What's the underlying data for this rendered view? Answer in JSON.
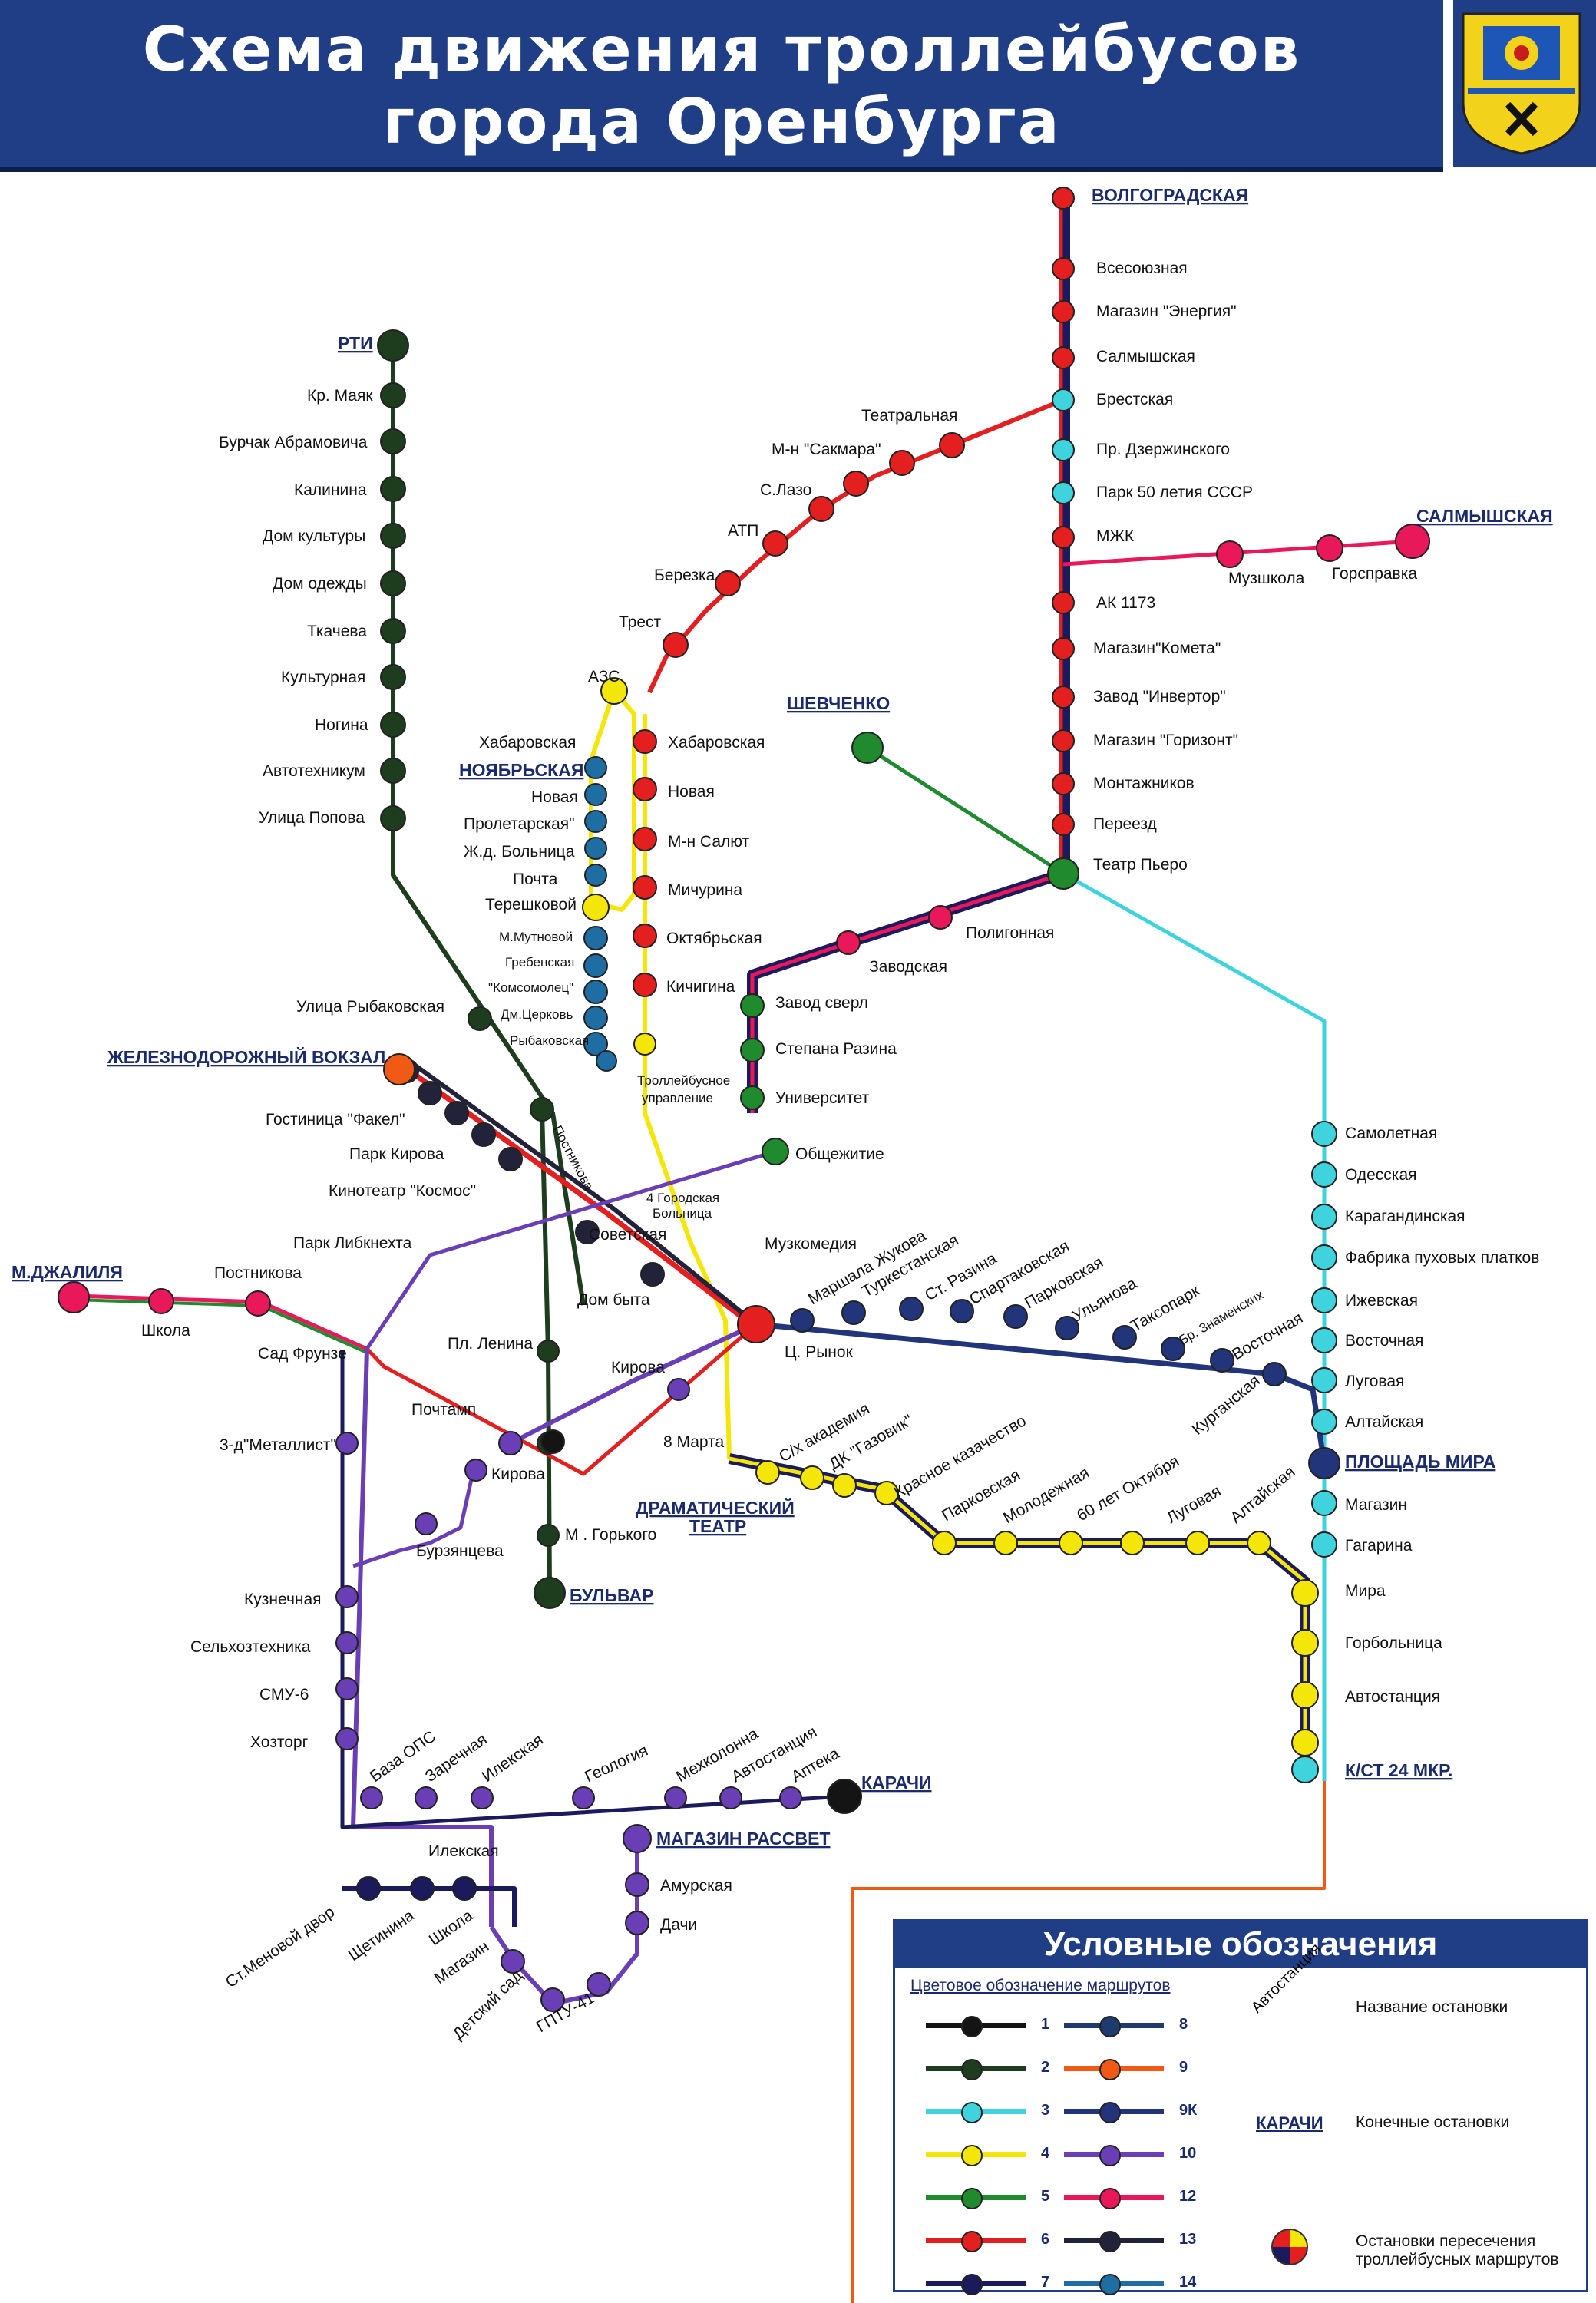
{
  "header": {
    "title_line1": "Схема движения троллейбусов",
    "title_line2": "города Оренбурга"
  },
  "colors": {
    "header_bg": "#1f3e86",
    "route_1": "#141414",
    "route_2": "#1e3d1e",
    "route_3": "#3ed3dd",
    "route_4": "#f5e60a",
    "route_5": "#1f8a2e",
    "route_6": "#e41f1f",
    "route_7": "#1a1a5c",
    "route_8": "#1f3a6e",
    "route_9": "#f05a14",
    "route_9k": "#23357a",
    "route_10": "#6a3fb6",
    "route_12": "#e8185a",
    "route_13": "#22223a",
    "route_14": "#1e6ea3"
  },
  "terminals": {
    "rti": "РТИ",
    "volgogradskaya": "ВОЛГОГРАДСКАЯ",
    "salmyshskaya": "САЛМЫШСКАЯ",
    "shevchenko": "ШЕВЧЕНКО",
    "noyabrskaya": "НОЯБРЬСКАЯ",
    "vokzal": "ЖЕЛЕЗНОДОРОЖНЫЙ ВОКЗАЛ",
    "dzhalilya": "М.ДЖАЛИЛЯ",
    "bulvar": "БУЛЬВАР",
    "dramteatr1": "ДРАМАТИЧЕСКИЙ",
    "dramteatr2": "ТЕАТР",
    "ploshchad_mira": "ПЛОЩАДЬ МИРА",
    "kst24": "К/СТ 24 МКР.",
    "karachi": "КАРАЧИ",
    "rassvet": "МАГАЗИН РАССВЕТ"
  },
  "stops": {
    "kr_mayak": "Кр. Маяк",
    "burchak": "Бурчак Абрамовича",
    "kalinina": "Калинина",
    "dom_kultury": "Дом культуры",
    "dom_odezhdy": "Дом одежды",
    "tkacheva": "Ткачева",
    "kulturnaya": "Культурная",
    "nogina": "Ногина",
    "avtotekhnikum": "Автотехникум",
    "ulitsa_popova": "Улица Попова",
    "ulitsa_rybakovskaya": "Улица Рыбаковская",
    "vsesoyuznaya": "Всесоюзная",
    "magazin_energiya": "Магазин \"Энергия\"",
    "salmyshskaya_v": "Салмышская",
    "brestskaya": "Брестская",
    "pr_dzerzhinskogo": "Пр. Дзержинского",
    "park_50": "Парк 50 летия СССР",
    "mzhk": "МЖК",
    "ak1173": "АК 1173",
    "magazin_kometa": "Магазин\"Комета\"",
    "zavod_invertor": "Завод \"Инвертор\"",
    "magazin_gorizont": "Магазин \"Горизонт\"",
    "montazhnikov": "Монтажников",
    "pereezd": "Переезд",
    "teatr_piero": "Театр Пьеро",
    "muzshkola": "Музшкола",
    "gorspravka": "Горсправка",
    "teatralnaya": "Театральная",
    "m_n_sakmara": "М-н \"Сакмара\"",
    "s_lazo": "С.Лазо",
    "atp": "АТП",
    "berezka": "Березка",
    "trest": "Трест",
    "azs": "АЗС",
    "khabarovskaya_l": "Хабаровская",
    "khabarovskaya_r": "Хабаровская",
    "novaya_l": "Новая",
    "novaya_r": "Новая",
    "proletarskaya": "Пролетарская\"",
    "zhd_bolnitsa": "Ж.д. Больница",
    "pochta": "Почта",
    "tereshkovoy": "Терешковой",
    "m_n_salyut": "М-н Салют",
    "michurina": "Мичурина",
    "oktyabrskaya": "Октябрьская",
    "kichigina": "Кичигина",
    "m_mutnovoy": "М.Мутновой",
    "grebenskaya": "Гребенская",
    "komsomolets": "\"Комсомолец\"",
    "dm_tserkov": "Дм.Церковь",
    "rybakovskaya": "Рыбаковская",
    "trolleybus_upr1": "Троллейбусное",
    "trolleybus_upr2": "управление",
    "poligonnaya": "Полигонная",
    "zavodskaya": "Заводская",
    "zavod_sverl": "Завод сверл",
    "stepana_razina": "Степана Разина",
    "universitet": "Университет",
    "obshchezhitie": "Общежитие",
    "gostinitsa_fakel": "Гостиница \"Факел\"",
    "park_kirova": "Парк Кирова",
    "kinoteatr_kosmos": "Кинотеатр \"Космос\"",
    "postnikova_diag": "Постникова",
    "gor_bolnitsa1": "4 Городская",
    "gor_bolnitsa2": "Больница",
    "park_libknekhta": "Парк Либкнехта",
    "sovetskaya": "Советская",
    "muzkomediya": "Музкомедия",
    "dom_byta": "Дом быта",
    "postnikova": "Постникова",
    "shkola_w": "Школа",
    "sad_frunze": "Сад Фрунзе",
    "pl_lenina": "Пл. Ленина",
    "ts_rynok": "Ц. Рынок",
    "kirova_c": "Кирова",
    "pochtamp": "Почтамп",
    "metallist": "3-д\"Металлист\"",
    "kirova_s": "Кирова",
    "march8": "8 Марта",
    "burzyantseva": "Бурзянцева",
    "m_gorkogo": "М . Горького",
    "marshala_zhukova": "Маршала Жукова",
    "turkestanskaya": "Туркестанская",
    "st_razina": "Ст. Разина",
    "spartakovskaya": "Спартаковская",
    "parkovskaya_e": "Парковская",
    "ulyanova": "Ульянова",
    "taksopark": "Таксопарк",
    "br_znamenskikh": "Бр. Знаменских",
    "vostochnaya_e": "Восточная",
    "kurganskaya": "Курганская",
    "sh_akademiya": "С/х академия",
    "dk_gazovik": "ДК \"Газовик\"",
    "krasnoe_kazachestvo": "Красное казачество",
    "parkovskaya_s": "Парковская",
    "molodezhnaya": "Молодежная",
    "60_let_oktyabrya": "60 лет Октября",
    "lugovaya_s": "Луговая",
    "altayskaya_s": "Алтайская",
    "samoletnaya": "Самолетная",
    "odesskaya": "Одесская",
    "karagandinskaya": "Карагандинская",
    "fabrika": "Фабрика пуховых платков",
    "izhevskaya": "Ижевская",
    "vostochnaya": "Восточная",
    "lugovaya": "Луговая",
    "altayskaya": "Алтайская",
    "magazin": "Магазин",
    "gagarina": "Гагарина",
    "mira": "Мира",
    "gorbolnitsa": "Горбольница",
    "avtostantsiya_e": "Автостанция",
    "kuznechnaya": "Кузнечная",
    "selkhoztekhnika": "Сельхозтехника",
    "smu6": "СМУ-6",
    "khoztorg": "Хозторг",
    "baza_ops": "База ОПС",
    "zarechnaya": "Заречная",
    "ilekskaya_d": "Илекская",
    "geologiya": "Геология",
    "mekhkolonna": "Мехколонна",
    "avtostantsiya_s": "Автостанция",
    "apteka": "Аптека",
    "ilekskaya": "Илекская",
    "amurskaya": "Амурская",
    "dachi": "Дачи",
    "st_menovoy_dvor": "Ст.Меновой двор",
    "shchetinina": "Щетинина",
    "shkola_s": "Школа",
    "magazin_s": "Магазин",
    "detskiy_sad": "Детский сад",
    "ggtu41": "ГПТУ-41"
  },
  "legend": {
    "title": "Условные обозначения",
    "subtitle": "Цветовое обозначение  маршрутов",
    "routes_left": [
      "1",
      "2",
      "3",
      "4",
      "5",
      "6",
      "7"
    ],
    "routes_right": [
      "8",
      "9",
      "9К",
      "10",
      "12",
      "13",
      "14"
    ],
    "stop_example": "Автостанция",
    "stop_desc": "Название остановки",
    "terminal_example": "КАРАЧИ",
    "terminal_desc": "Конечные остановки",
    "intersection_desc": "Остановки пересечения троллейбусных маршрутов"
  }
}
